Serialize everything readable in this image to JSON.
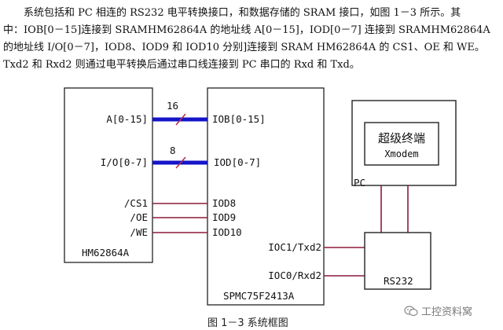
{
  "paragraph": {
    "lines": [
      "系统包括和 PC 相连的 RS232 电平转换接口，和数据存储的 SRAM 接口，如图 1－3 所示。其",
      "中：IOB[0－15]连接到 SRAMHM62864A 的地址线 A[0－15]，IOD[0－7] 连接到 SRAMHM62864A",
      "的地址线 I/O[0－7]，IOD8、IOD9 和 IOD10 分别]连接到 SRAM  HM62864A 的 CS1、OE 和 WE。",
      "Txd2 和 Rxd2 则通过电平转换后通过串口线连接到 PC 串口的 Rxd 和 Txd。"
    ]
  },
  "diagram": {
    "sram": {
      "name": "HM62864A",
      "pins": [
        "A[0-15]",
        "I/O[0-7]",
        "/CS1",
        "/OE",
        "/WE"
      ]
    },
    "mcu": {
      "name": "SPMC75F2413A",
      "pins_left": [
        "IOB[0-15]",
        "IOD[0-7]",
        "IOD8",
        "IOD9",
        "IOD10"
      ],
      "pins_right": [
        "IOC1/Txd2",
        "IOC0/Rxd2"
      ]
    },
    "bus_widths": [
      "16",
      "8"
    ],
    "pc": {
      "label": "PC",
      "screen_title": "超级终端",
      "screen_sub": "Xmodem"
    },
    "rs232": {
      "name": "RS232"
    },
    "colors": {
      "bus": "#1414c8",
      "signal_line": "#8b1a3a",
      "slash": "#b0304a",
      "box": "#222222"
    }
  },
  "caption": "图 1－3  系统框图",
  "watermark": {
    "icon": "wechat-icon",
    "text": "工控资料窝"
  }
}
